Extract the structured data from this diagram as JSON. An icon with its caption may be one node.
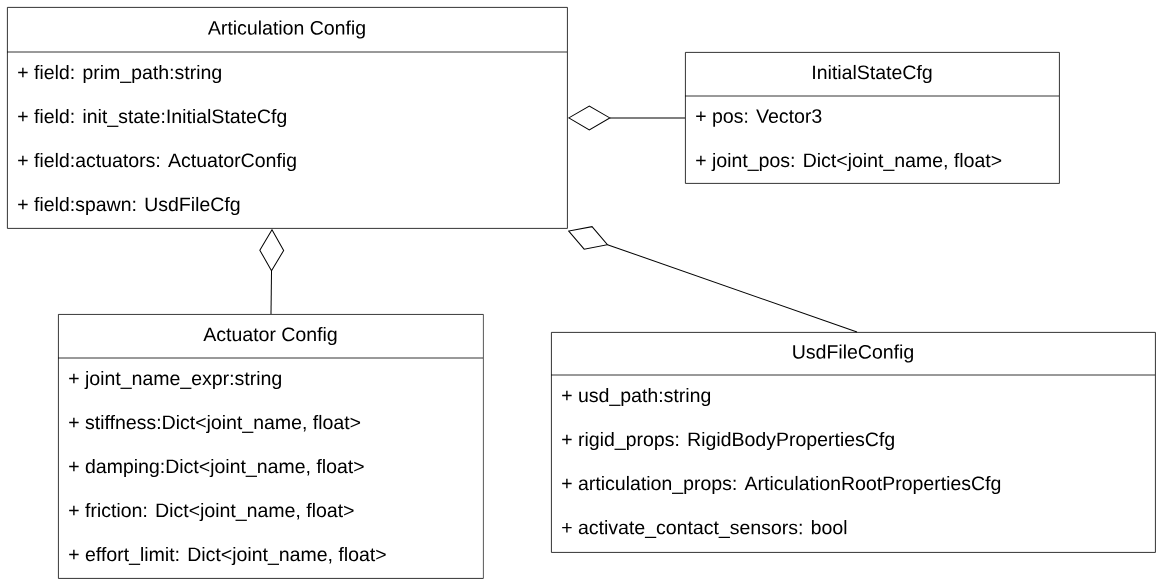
{
  "diagram": {
    "nodes": [
      {
        "text": [
          "Articulation Config",
          "+ field: prim_path:string",
          "+ field: init_state:InitialStateCfg",
          "+ field:actuators: ActuatorConfig",
          "+ field:spawn: UsdFileCfg"
        ]
      },
      {
        "text": [
          "InitialStateCfg",
          "+ pos: Vector3",
          "+ joint_pos: Dict<joint_name, float>"
        ]
      },
      {
        "text": [
          "Actuator Config",
          "+ joint_name_expr:string",
          "+ stiffness:Dict<joint_name, float>",
          "+ damping:Dict<joint_name, float>",
          "+ friction: Dict<joint_name, float>",
          "+ effort_limit: Dict<joint_name, float>"
        ]
      },
      {
        "text": [
          "UsdFileConfig",
          "+ usd_path:string",
          "+ rigid_props: RigidBodyPropertiesCfg",
          "+ articulation_props: ArticulationRootPropertiesCfg",
          "+ activate_contact_sensors: bool"
        ]
      }
    ],
    "edges": [
      {
        "from": 0,
        "to": 1,
        "arrow": "other"
      },
      {
        "from": 0,
        "to": 2,
        "arrow": "other"
      },
      {
        "from": 0,
        "to": 3,
        "arrow": "other"
      }
    ]
  }
}
